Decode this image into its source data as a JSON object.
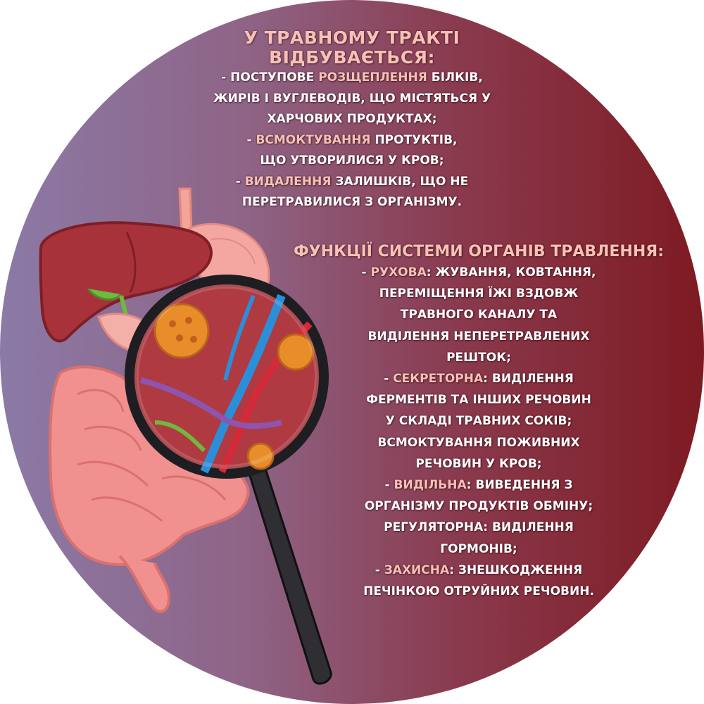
{
  "top_section": {
    "heading_line1": "У ТРАВНОМУ ТРАКТІ",
    "heading_line2": "ВІДБУВАЄТЬСЯ:",
    "l1_pre": "- ПОСТУПОВЕ ",
    "l1_hl": "РОЗЩЕПЛЕННЯ",
    "l1_post": " БІЛКІВ,",
    "l2": "ЖИРІВ І ВУГЛЕВОДІВ, ЩО МІСТЯТЬСЯ У",
    "l3": "ХАРЧОВИХ ПРОДУКТАХ;",
    "l4_pre": "- ",
    "l4_hl": "ВСМОКТУВАННЯ",
    "l4_post": " ПРОТУКТІВ,",
    "l5": "ЩО УТВОРИЛИСЯ У КРОВ;",
    "l6_pre": "- ",
    "l6_hl": "ВИДАЛЕННЯ",
    "l6_post": " ЗАЛИШКІВ, ЩО НЕ",
    "l7": "ПЕРЕТРАВИЛИСЯ З ОРГАНІЗМУ."
  },
  "functions_section": {
    "heading": "ФУНКЦІЇ СИСТЕМИ ОРГАНІВ ТРАВЛЕННЯ:",
    "f1_pre": "- ",
    "f1_hl": "РУХОВА",
    "f1_post": ": ЖУВАННЯ, КОВТАННЯ,",
    "f2": "ПЕРЕМІЩЕННЯ ЇЖІ ВЗДОВЖ",
    "f3": "ТРАВНОГО КАНАЛУ ТА",
    "f4": "ВИДІЛЕННЯ НЕПЕРЕТРАВЛЕНИХ",
    "f5": "РЕШТОК;",
    "f6_pre": "- ",
    "f6_hl": "СЕКРЕТОРНА",
    "f6_post": ": ВИДІЛЕННЯ",
    "f7": "ФЕРМЕНТІВ ТА ІНШИХ РЕЧОВИН",
    "f8": "У СКЛАДІ ТРАВНИХ СОКІВ;",
    "f9": "ВСМОКТУВАННЯ ПОЖИВНИХ",
    "f10": "РЕЧОВИН У КРОВ;",
    "f11_pre": "- ",
    "f11_hl": "ВИДІЛЬНА",
    "f11_post": ": ВИВЕДЕННЯ З",
    "f12": "ОРГАНІЗМУ ПРОДУКТІВ ОБМІНУ;",
    "f13": "РЕГУЛЯТОРНА: ВИДІЛЕННЯ",
    "f14": "ГОРМОНІВ;",
    "f15_pre": "- ",
    "f15_hl": "ЗАХИСНА",
    "f15_post": ": ЗНЕШКОДЖЕННЯ",
    "f16": "ПЕЧІНКОЮ ОТРУЙНИХ РЕЧОВИН."
  },
  "illustration": {
    "icons": [
      "liver-icon",
      "stomach-icon",
      "intestine-icon",
      "magnifying-glass-icon",
      "cell-icon"
    ],
    "colors": {
      "highlight": "#f7c2b5",
      "text": "#ffffff",
      "liver": "#a8323a",
      "intestine": "#f0908f",
      "vein": "#2a8fd8",
      "artery": "#d42a3a"
    }
  }
}
